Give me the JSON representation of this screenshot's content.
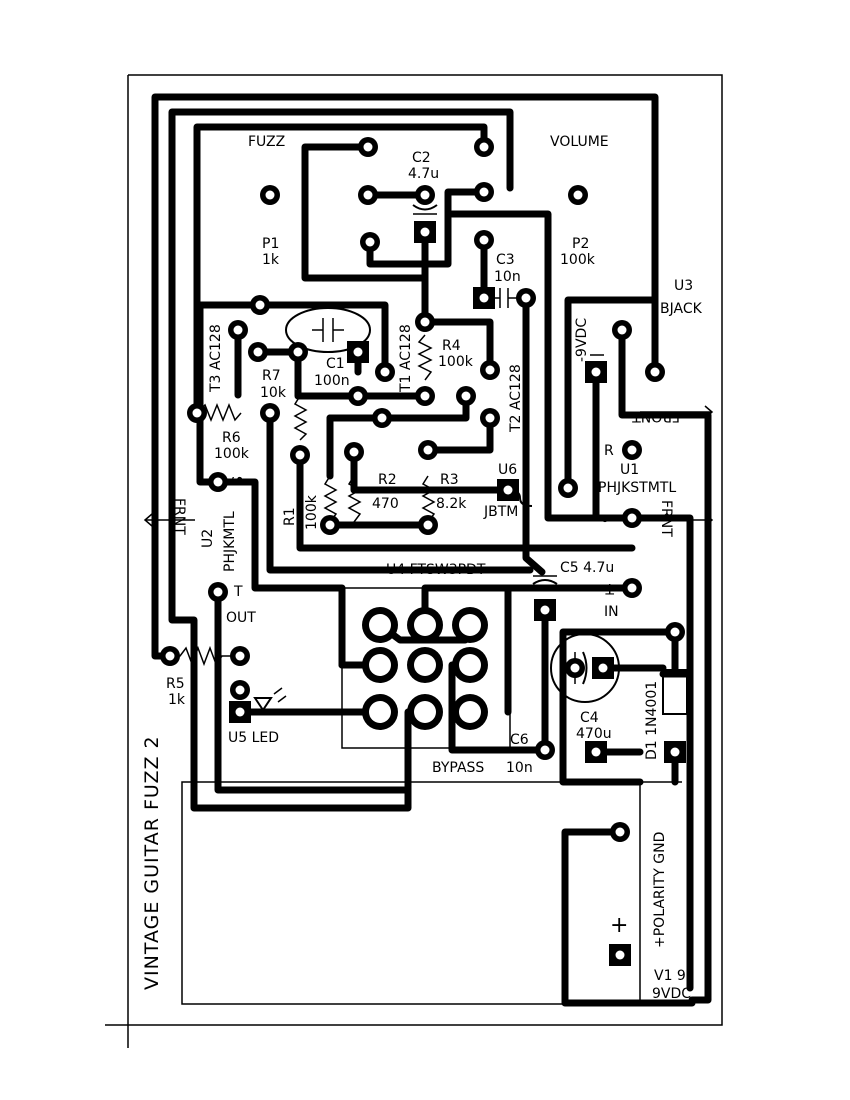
{
  "title": "VINTAGE GUITAR FUZZ 2",
  "labels": {
    "fuzz": "FUZZ",
    "volume": "VOLUME",
    "c2_ref": "C2",
    "c2_val": "4.7u",
    "p1_ref": "P1",
    "p1_val": "1k",
    "p2_ref": "P2",
    "p2_val": "100k",
    "c3_ref": "C3",
    "c3_val": "10n",
    "u3_ref": "U3",
    "u3_val": "BJACK",
    "t3": "T3 AC128",
    "t1": "T1 AC128",
    "t2": "T2 AC128",
    "c1_ref": "C1",
    "c1_val": "100n",
    "r4_ref": "R4",
    "r4_val": "100k",
    "r7_ref": "R7",
    "r7_val": "10k",
    "r6_ref": "R6",
    "r6_val": "100k",
    "minus9vdc": "-9VDC",
    "front1": "FRONT",
    "r_pin": "R",
    "u1_ref": "U1",
    "u1_val": "PHJKSTMTL",
    "s_pin_left": "S",
    "frnt_left": "FRNT",
    "u2_ref": "U2",
    "u2_val": "PHJKMTL",
    "r1_ref": "R1",
    "r1_val": "100k",
    "r2_ref": "R2",
    "r2_val": "470",
    "r3_ref": "R3",
    "r3_val": "8.2k",
    "u6_ref": "U6",
    "u6_val": "JBTM",
    "s_pin_right": "S",
    "frnt_right": "FRNT",
    "u4": "U4 FTSW3PDT",
    "c5": "C5 4.7u",
    "t_pin_left": "T",
    "out": "OUT",
    "t_pin_right": "T",
    "in": "IN",
    "r5_ref": "R5",
    "r5_val": "1k",
    "u5": "U5 LED",
    "c4_ref": "C4",
    "c4_val": "470u",
    "d1": "D1 1N4001",
    "c6": "C6",
    "bypass": "BYPASS",
    "c6_val": "10n",
    "polarity": "+POLARITY GND",
    "plus": "+",
    "v1_ref": "V1 9",
    "v1_val": "9VDC"
  }
}
